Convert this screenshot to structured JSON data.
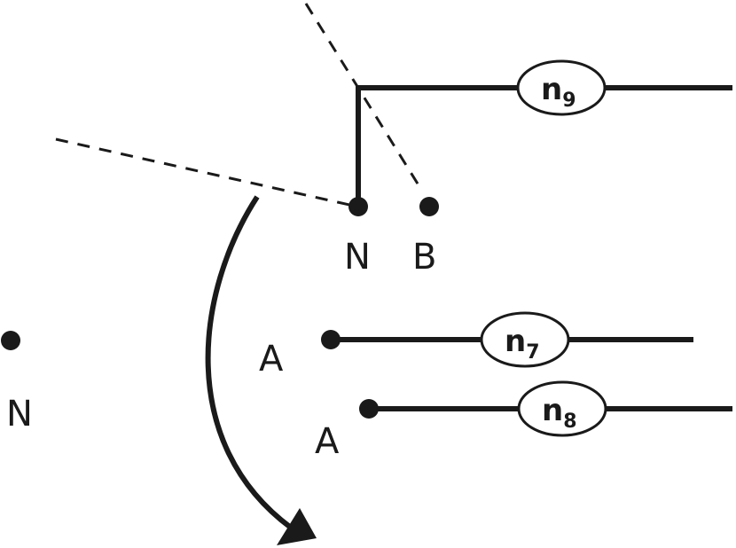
{
  "nodes": {
    "n_top": "N",
    "b_top": "B",
    "n_left": "N",
    "a_mid": "A",
    "a_low": "A"
  },
  "ovals": {
    "n9": {
      "base": "n",
      "sub": "9"
    },
    "n7": {
      "base": "n",
      "sub": "7"
    },
    "n8": {
      "base": "n",
      "sub": "8"
    }
  },
  "colors": {
    "ink": "#1a1a1a",
    "background": "#ffffff"
  }
}
